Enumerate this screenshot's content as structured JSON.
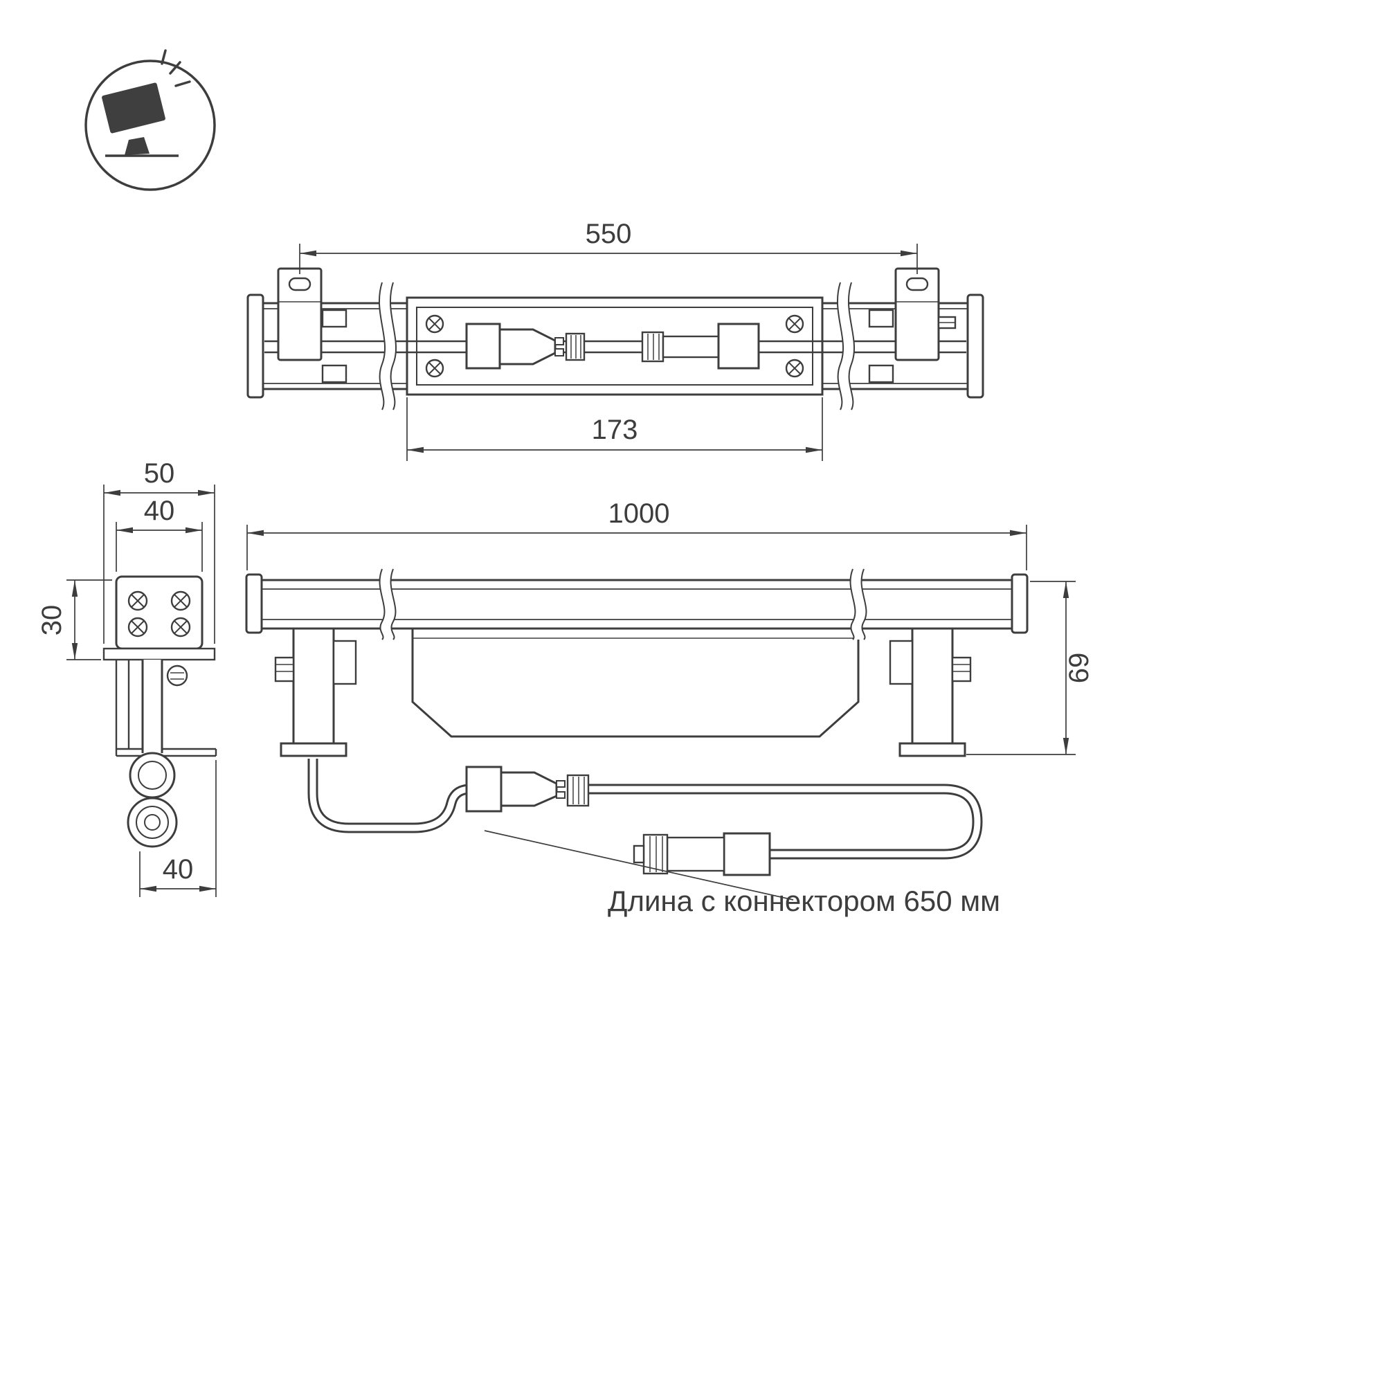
{
  "page": {
    "kind": "technical drawing of linear LED floodlight",
    "background": "#ffffff",
    "line_color": "#3d3d3d"
  },
  "icon": {
    "name": "floodlight-on-stand-icon"
  },
  "top_view": {
    "dim_mount_spacing": "550",
    "dim_body_length": "173"
  },
  "side_view": {
    "dim_outer_width": "50",
    "dim_inner_width": "40",
    "dim_height": "30",
    "dim_bottom_offset": "40"
  },
  "front_view": {
    "dim_total_length": "1000",
    "dim_height": "69"
  },
  "note": {
    "cable_length": "Длина с коннектором 650 мм"
  }
}
